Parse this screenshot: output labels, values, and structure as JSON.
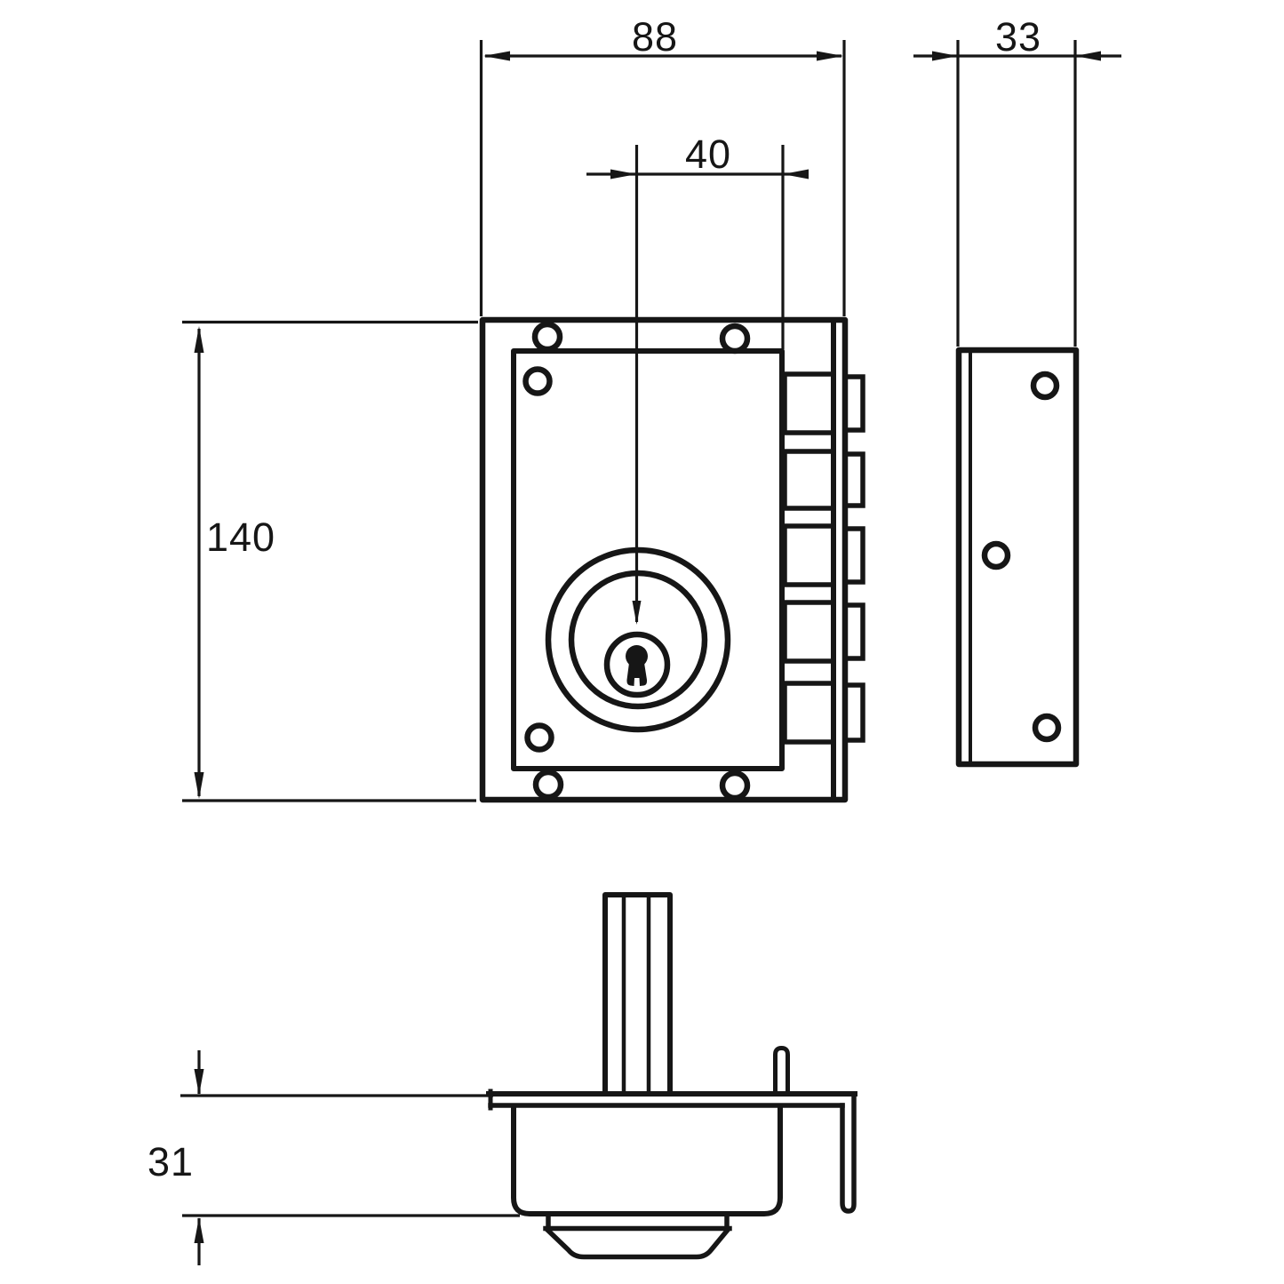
{
  "drawing": {
    "description": "rim-lock technical drawing, three orthographic views",
    "views": {
      "front": {
        "dim_width_label": "88",
        "dim_cylinder_offset_label": "40",
        "dim_height_label": "140"
      },
      "side": {
        "dim_depth_label": "33"
      },
      "bottom": {
        "dim_cylinder_projection_label": "31"
      }
    }
  },
  "colors": {
    "ink": "#161616",
    "paper": "#ffffff"
  }
}
